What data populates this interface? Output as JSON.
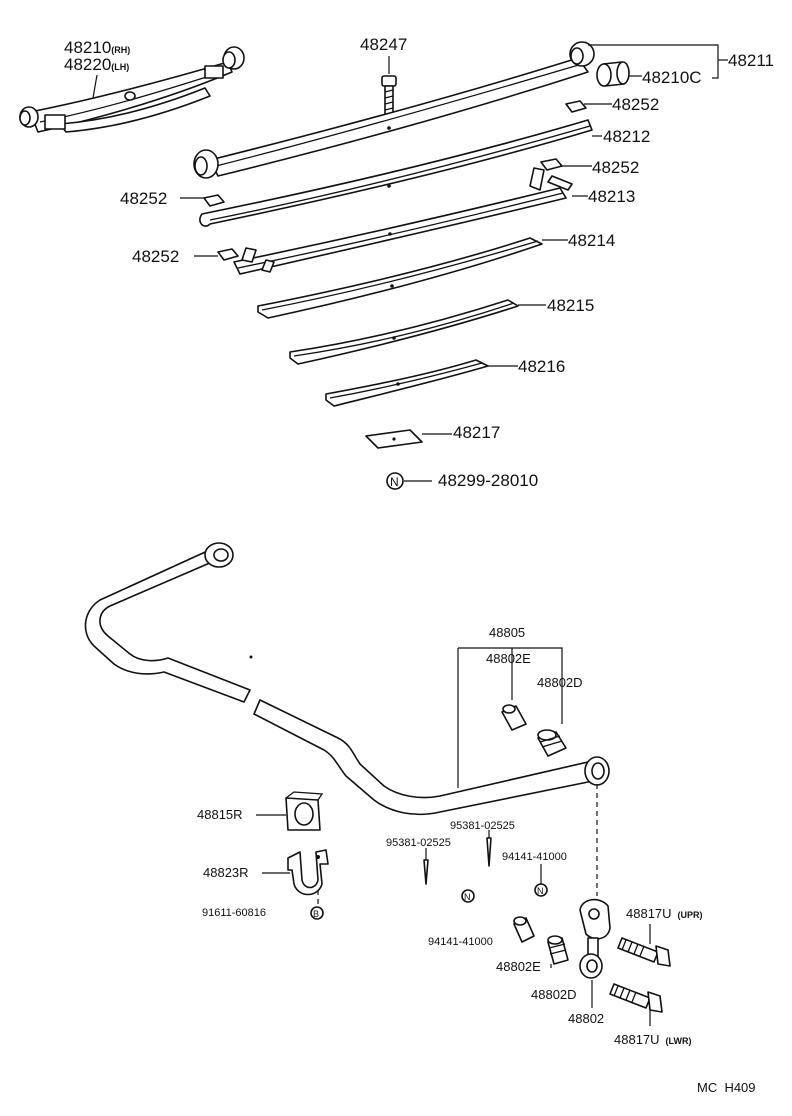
{
  "diagram_code": "MC  H409",
  "spring_labels": {
    "assembly_rh": "48210",
    "assembly_rh_side": "(RH)",
    "assembly_lh": "48220",
    "assembly_lh_side": "(LH)",
    "center_bolt": "48247",
    "leaf_no1": "48211",
    "bushing": "48210C",
    "clip_upper": "48252",
    "leaf_no2": "48212",
    "clip_mid": "48252",
    "leaf_no3": "48213",
    "clip_left1": "48252",
    "clip_left2": "48252",
    "leaf_no4": "48214",
    "leaf_no5": "48215",
    "leaf_no6": "48216",
    "spacer": "48217",
    "n_mark": "N",
    "kit_number": "48299-28010"
  },
  "stabilizer_labels": {
    "link_set": "48805",
    "bushing_e": "48802E",
    "bushing_d": "48802D",
    "stab_bushing": "48815R",
    "bracket": "48823R",
    "bracket_bolt": "91611-60816",
    "b_mark": "B",
    "cotter_pin_a": "95381-02525",
    "cotter_pin_b": "95381-02525",
    "nut_a": "94141-41000",
    "nut_b": "94141-41000",
    "n_mark_a": "N",
    "n_mark_b": "N",
    "bolt_upper": "48817U",
    "bolt_upper_pos": "(UPR)",
    "bushing_e_lower": "48802E",
    "bushing_d_lower": "48802D",
    "link": "48802",
    "bolt_lower": "48817U",
    "bolt_lower_pos": "(LWR)"
  }
}
